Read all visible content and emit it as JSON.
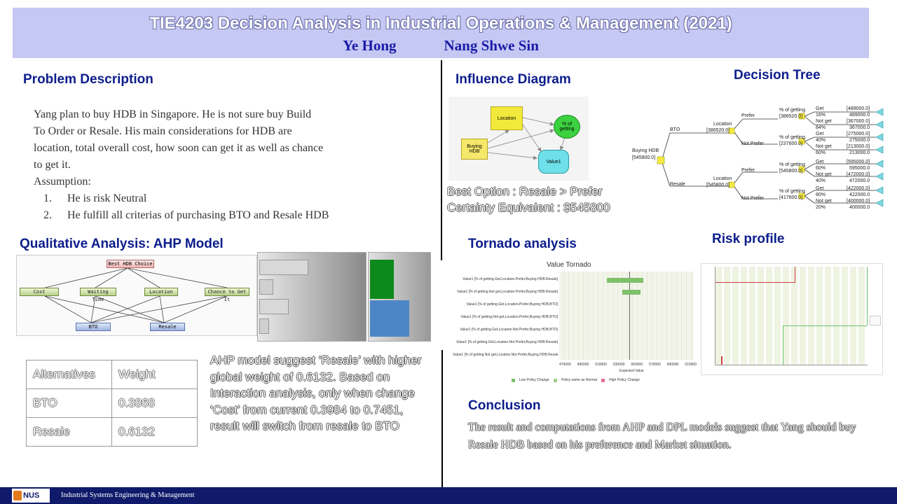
{
  "header": {
    "title": "TIE4203 Decision Analysis in Industrial Operations & Management (2021)",
    "authors": [
      "Ye Hong",
      "Nang Shwe Sin"
    ]
  },
  "problem": {
    "title": "Problem Description",
    "lines": [
      "Yang plan to buy HDB in Singapore. He is not sure buy Build",
      "To Order or Resale. His main considerations for HDB are",
      "location, total overall cost, how soon can get it as well as chance",
      "to get it."
    ],
    "assumption_label": "Assumption:",
    "assumptions": [
      {
        "num": "1.",
        "text": "He is risk Neutral"
      },
      {
        "num": "2.",
        "text": "He fulfill all criterias of purchasing BTO and Resale HDB"
      }
    ]
  },
  "ahp": {
    "title": "Qualitative Analysis: AHP Model",
    "root": "Best HDB Choice",
    "criteria": [
      "Cost",
      "Waiting Time",
      "Location",
      "Chance to Get It"
    ],
    "alternatives": [
      "BTO",
      "Resale"
    ],
    "table": {
      "headers": [
        "Alternatives",
        "Weight"
      ],
      "rows": [
        [
          "BTO",
          "0.3868"
        ],
        [
          "Resale",
          "0.6132"
        ]
      ]
    },
    "summary": "AHP model suggest ‘Resale’ with higher global weight of 0.6132. Based on Interaction analysis, only when change ‘Cost’ from current 0.3984 to 0.7451, result will switch from resale to BTO"
  },
  "influence": {
    "title": "Influence Diagram",
    "nodes": {
      "location": "Location",
      "percent": "% of getting",
      "buying": "Buying HDB",
      "value": "Value1"
    },
    "best_option": "Best Option : Resale > Prefer",
    "ce": "Certainty Equivalent : $545800"
  },
  "decision_tree": {
    "title": "Decision Tree",
    "root": [
      "Buying HDB",
      "[545800.0]"
    ],
    "branches": [
      {
        "label": "BTO",
        "value": "[386520.0]",
        "node": "Location"
      },
      {
        "label": "Resale",
        "value": "[545800.0]",
        "node": "Location"
      }
    ],
    "sub": [
      {
        "label": "Prefer",
        "chance": "% of getting",
        "value": "[386520.0]"
      },
      {
        "label": "Not Prefer",
        "chance": "% of getting",
        "value": "[237600.0]"
      },
      {
        "label": "Prefer",
        "chance": "% of getting",
        "value": "[545800.0]"
      },
      {
        "label": "Not Prefer",
        "chance": "% of getting",
        "value": "[417600.0]"
      }
    ],
    "leaves": [
      [
        "Get",
        "[489000.0]"
      ],
      [
        "16%",
        "489000.0"
      ],
      [
        "Not get",
        "[367000.0]"
      ],
      [
        "84%",
        "367000.0"
      ],
      [
        "Get",
        "[275000.0]"
      ],
      [
        "40%",
        "275000.0"
      ],
      [
        "Not get",
        "[213000.0]"
      ],
      [
        "60%",
        "213000.0"
      ],
      [
        "Get",
        "[595000.0]"
      ],
      [
        "60%",
        "595000.0"
      ],
      [
        "Not get",
        "[472000.0]"
      ],
      [
        "40%",
        "472000.0"
      ],
      [
        "Get",
        "[422000.0]"
      ],
      [
        "80%",
        "422000.0"
      ],
      [
        "Not get",
        "[400000.0]"
      ],
      [
        "20%",
        "400000.0"
      ]
    ]
  },
  "tornado": {
    "title": "Tornado analysis",
    "chart_title": "Value Tornado",
    "xlabel": "Expected Value",
    "rows": [
      "Value1 [% of getting.Get,Location.Prefer,Buying HDB.Resale]",
      "Value1 [% of getting.Not get,Location.Prefer,Buying HDB.Resale]",
      "Value1 [% of getting.Get,Location.Prefer,Buying HDB.BTO]",
      "Value1 [% of getting.Not get,Location.Prefer,Buying HDB.BTO]",
      "Value1 [% of getting.Get,Location.Not Prefer,Buying HDB.BTO]",
      "Value1 [% of getting.Get,Location.Not Prefer,Buying HDB.Resale]",
      "Value1 [% of getting.Not get,Location.Not Prefer,Buying HDB.Resale]"
    ],
    "ticks": [
      "470000",
      "490000",
      "510000",
      "530000",
      "550000",
      "570000",
      "590000",
      "610000"
    ],
    "legend": [
      "Low Policy Change",
      "Policy same as Normal",
      "High Policy Change"
    ],
    "colors": {
      "low": "#7fc06a",
      "same": "#a0d090",
      "high": "#e07090"
    }
  },
  "risk": {
    "title": "Risk profile"
  },
  "conclusion": {
    "title": "Conclusion",
    "text": "The result and computations from AHP and DPL models suggest that Yang should buy Resale HDB based on his preference and Market situation."
  },
  "footer": {
    "logo": "NUS",
    "label": "Industrial Systems Engineering & Management"
  }
}
